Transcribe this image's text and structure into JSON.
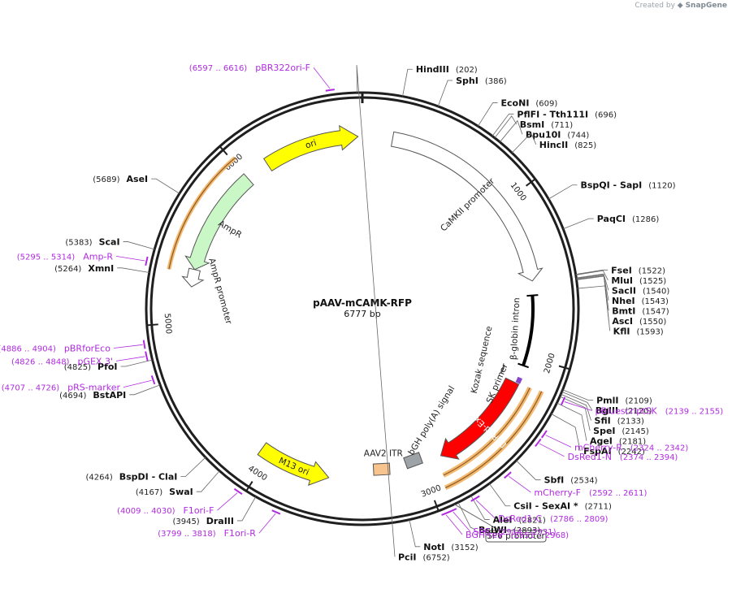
{
  "app": {
    "credit_prefix": "Created by",
    "credit_brand": "SnapGene"
  },
  "plasmid": {
    "name": "pAAV-mCAMK-RFP",
    "size_label": "6777 bp",
    "length": 6777
  },
  "colors": {
    "backbone": "#1f1f1f",
    "primer": "#b02be0",
    "ori": "#ffff00",
    "ampr": "#c9f7c6",
    "camk": "#ffffff",
    "dsred": "#ff0000",
    "orange": "#f4b971",
    "itr": "#f7c48e",
    "bgh": "#9ea3a8",
    "intron": "#000000",
    "kozak": "#666666",
    "sk": "#8844cc",
    "leader": "#666666"
  },
  "ticks": [
    {
      "label": "1000",
      "pos": 1000
    },
    {
      "label": "2000",
      "pos": 2000
    },
    {
      "label": "3000",
      "pos": 3000
    },
    {
      "label": "4000",
      "pos": 4000
    },
    {
      "label": "5000",
      "pos": 5000
    },
    {
      "label": "6000",
      "pos": 6000
    }
  ],
  "sites": [
    {
      "name": "PciI",
      "pos": "(6752)",
      "bp": 6752,
      "side": "right"
    },
    {
      "name": "HindIII",
      "pos": "(202)",
      "bp": 202,
      "side": "right"
    },
    {
      "name": "SphI",
      "pos": "(386)",
      "bp": 386,
      "side": "right"
    },
    {
      "name": "EcoNI",
      "pos": "(609)",
      "bp": 609,
      "side": "right"
    },
    {
      "name": "PflFI  - Tth111I",
      "pos": "(696)",
      "bp": 696,
      "side": "right"
    },
    {
      "name": "BsmI",
      "pos": "(711)",
      "bp": 711,
      "side": "right"
    },
    {
      "name": "Bpu10I",
      "pos": "(744)",
      "bp": 744,
      "side": "right"
    },
    {
      "name": "HincII",
      "pos": "(825)",
      "bp": 825,
      "side": "right"
    },
    {
      "name": "BspQI  - SapI",
      "pos": "(1120)",
      "bp": 1120,
      "side": "right"
    },
    {
      "name": "PaqCI",
      "pos": "(1286)",
      "bp": 1286,
      "side": "right"
    },
    {
      "name": "FseI",
      "pos": "(1522)",
      "bp": 1522,
      "side": "right"
    },
    {
      "name": "MluI",
      "pos": "(1525)",
      "bp": 1525,
      "side": "right"
    },
    {
      "name": "SacII",
      "pos": "(1540)",
      "bp": 1540,
      "side": "right"
    },
    {
      "name": "NheI",
      "pos": "(1543)",
      "bp": 1543,
      "side": "right"
    },
    {
      "name": "BmtI",
      "pos": "(1547)",
      "bp": 1547,
      "side": "right"
    },
    {
      "name": "AscI",
      "pos": "(1550)",
      "bp": 1550,
      "side": "right"
    },
    {
      "name": "KflI",
      "pos": "(1593)",
      "bp": 1593,
      "side": "right"
    },
    {
      "name": "PmlI",
      "pos": "(2109)",
      "bp": 2109,
      "side": "right"
    },
    {
      "name": "BglII",
      "pos": "(2120)",
      "bp": 2120,
      "side": "right"
    },
    {
      "name": "SfiI",
      "pos": "(2133)",
      "bp": 2133,
      "side": "right"
    },
    {
      "name": "SpeI",
      "pos": "(2145)",
      "bp": 2145,
      "side": "right"
    },
    {
      "name": "AgeI",
      "pos": "(2181)",
      "bp": 2181,
      "side": "right"
    },
    {
      "name": "FspAI",
      "pos": "(2242)",
      "bp": 2242,
      "side": "right"
    },
    {
      "name": "SbfI",
      "pos": "(2534)",
      "bp": 2534,
      "side": "right"
    },
    {
      "name": "CsiI  - SexAI *",
      "pos": "(2711)",
      "bp": 2711,
      "side": "right"
    },
    {
      "name": "AleI",
      "pos": "(2821)",
      "bp": 2821,
      "side": "right"
    },
    {
      "name": "BsiWI",
      "pos": "(2893)",
      "bp": 2893,
      "side": "right"
    },
    {
      "name": "NotI",
      "pos": "(3152)",
      "bp": 3152,
      "side": "right"
    },
    {
      "name": "DraIII",
      "pos": "(3945)",
      "bp": 3945,
      "side": "left"
    },
    {
      "name": "SwaI",
      "pos": "(4167)",
      "bp": 4167,
      "side": "left"
    },
    {
      "name": "BspDI  - ClaI",
      "pos": "(4264)",
      "bp": 4264,
      "side": "left"
    },
    {
      "name": "BstAPI",
      "pos": "(4694)",
      "bp": 4694,
      "side": "left"
    },
    {
      "name": "PfoI",
      "pos": "(4825)",
      "bp": 4825,
      "side": "left"
    },
    {
      "name": "XmnI",
      "pos": "(5264)",
      "bp": 5264,
      "side": "left"
    },
    {
      "name": "ScaI",
      "pos": "(5383)",
      "bp": 5383,
      "side": "left"
    },
    {
      "name": "AseI",
      "pos": "(5689)",
      "bp": 5689,
      "side": "left"
    }
  ],
  "primers": [
    {
      "name": "pBR322ori-F",
      "pos": "(6597 .. 6616)",
      "start": 6597,
      "end": 6616,
      "side": "left"
    },
    {
      "name": "pBluescriptSK",
      "pos": "(2139 .. 2155)",
      "start": 2139,
      "end": 2155,
      "side": "right"
    },
    {
      "name": "mCherry-R",
      "pos": "(2324 .. 2342)",
      "start": 2324,
      "end": 2342,
      "side": "right"
    },
    {
      "name": "DsRed1-N",
      "pos": "(2374 .. 2394)",
      "start": 2374,
      "end": 2394,
      "side": "right"
    },
    {
      "name": "mCherry-F",
      "pos": "(2592 .. 2611)",
      "start": 2592,
      "end": 2611,
      "side": "right"
    },
    {
      "name": "DsRed1-C",
      "pos": "(2786 .. 2809)",
      "start": 2786,
      "end": 2809,
      "side": "right"
    },
    {
      "name": "SP6",
      "pos": "(2914 .. 2931)",
      "start": 2914,
      "end": 2931,
      "side": "right"
    },
    {
      "name": "BGH-rev",
      "pos": "(2951 .. 2968)",
      "start": 2951,
      "end": 2968,
      "side": "right"
    },
    {
      "name": "F1ori-R",
      "pos": "(3799 .. 3818)",
      "start": 3799,
      "end": 3818,
      "side": "left"
    },
    {
      "name": "F1ori-F",
      "pos": "(4009 .. 4030)",
      "start": 4009,
      "end": 4030,
      "side": "left"
    },
    {
      "name": "pRS-marker",
      "pos": "(4707 .. 4726)",
      "start": 4707,
      "end": 4726,
      "side": "left"
    },
    {
      "name": "pGEX 3'",
      "pos": "(4826 .. 4848)",
      "start": 4826,
      "end": 4848,
      "side": "left"
    },
    {
      "name": "pBRforEco",
      "pos": "(4886 .. 4904)",
      "start": 4886,
      "end": 4904,
      "side": "left"
    },
    {
      "name": "Amp-R",
      "pos": "(5295 .. 5314)",
      "start": 5295,
      "end": 5314,
      "side": "left"
    }
  ],
  "features": [
    {
      "name": "ori",
      "start": 6150,
      "end": 6750,
      "direction": "cw",
      "color": "#ffff00",
      "label_inside": true
    },
    {
      "name": "CaMKII promoter",
      "start": 190,
      "end": 1520,
      "direction": "cw",
      "color": "#ffffff",
      "label_inside": false
    },
    {
      "name": "AmpR",
      "start": 5330,
      "end": 6000,
      "direction": "ccw",
      "color": "#c9f7c6",
      "label_inside": false
    },
    {
      "name": "AmpR promoter",
      "start": 5220,
      "end": 5330,
      "direction": "ccw",
      "color": "#ffffff",
      "label_inside": false
    },
    {
      "name": "M13 ori",
      "start": 3600,
      "end": 4060,
      "direction": "ccw",
      "color": "#ffff00",
      "label_inside": true
    },
    {
      "name": "DsRed-Express",
      "start": 2180,
      "end": 2860,
      "direction": "cw",
      "color": "#ff0000",
      "label_inside": true
    },
    {
      "name": "β-globin intron",
      "start": 1610,
      "end": 2060,
      "direction": "none",
      "color": "#000000",
      "label_inside": false
    },
    {
      "name": "Kozak sequence",
      "start": 2100,
      "end": 2160,
      "direction": "none",
      "color": "#666666",
      "label_inside": false
    },
    {
      "name": "SK primer",
      "start": 2139,
      "end": 2155,
      "direction": "none",
      "color": "#8844cc",
      "label_inside": false
    },
    {
      "name": "bGH poly(A) signal",
      "start": 2940,
      "end": 3150,
      "direction": "none",
      "color": "#9ea3a8",
      "label_inside": false
    },
    {
      "name": "AAV2 ITR",
      "start": 3160,
      "end": 3300,
      "direction": "none",
      "color": "#f7c48e",
      "label_inside": false
    },
    {
      "name": "SP6 promoter",
      "start": 2914,
      "end": 2931,
      "direction": "none",
      "color": "#ffffff",
      "label_inside": false
    }
  ]
}
